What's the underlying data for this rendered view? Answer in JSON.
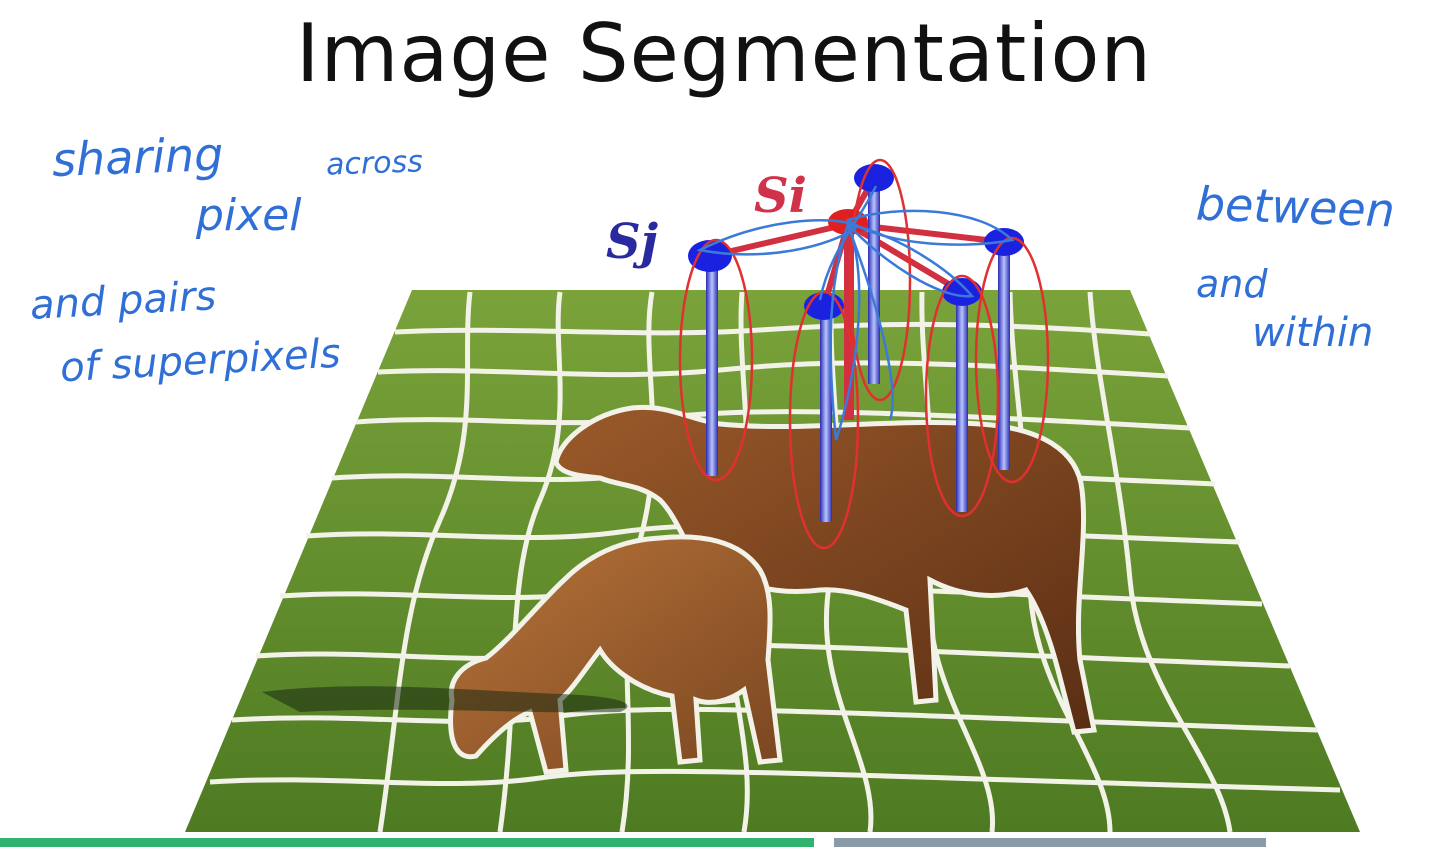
{
  "slide": {
    "title": "Image Segmentation",
    "labels": {
      "si": "Si",
      "sj": "Sj"
    },
    "annotations_left": [
      "sharing",
      "across",
      "pixel",
      "and pairs",
      "of superpixels"
    ],
    "annotations_right": [
      "between",
      "and",
      "within"
    ]
  },
  "video": {
    "progress_fraction": 0.562,
    "buffered_fraction": 0.874
  },
  "colors": {
    "ink": "#2f6fd6",
    "node_blue": "#1a22e0",
    "node_red": "#e02020",
    "grass": "#5e8c2c",
    "progress": "#2fb36e"
  }
}
